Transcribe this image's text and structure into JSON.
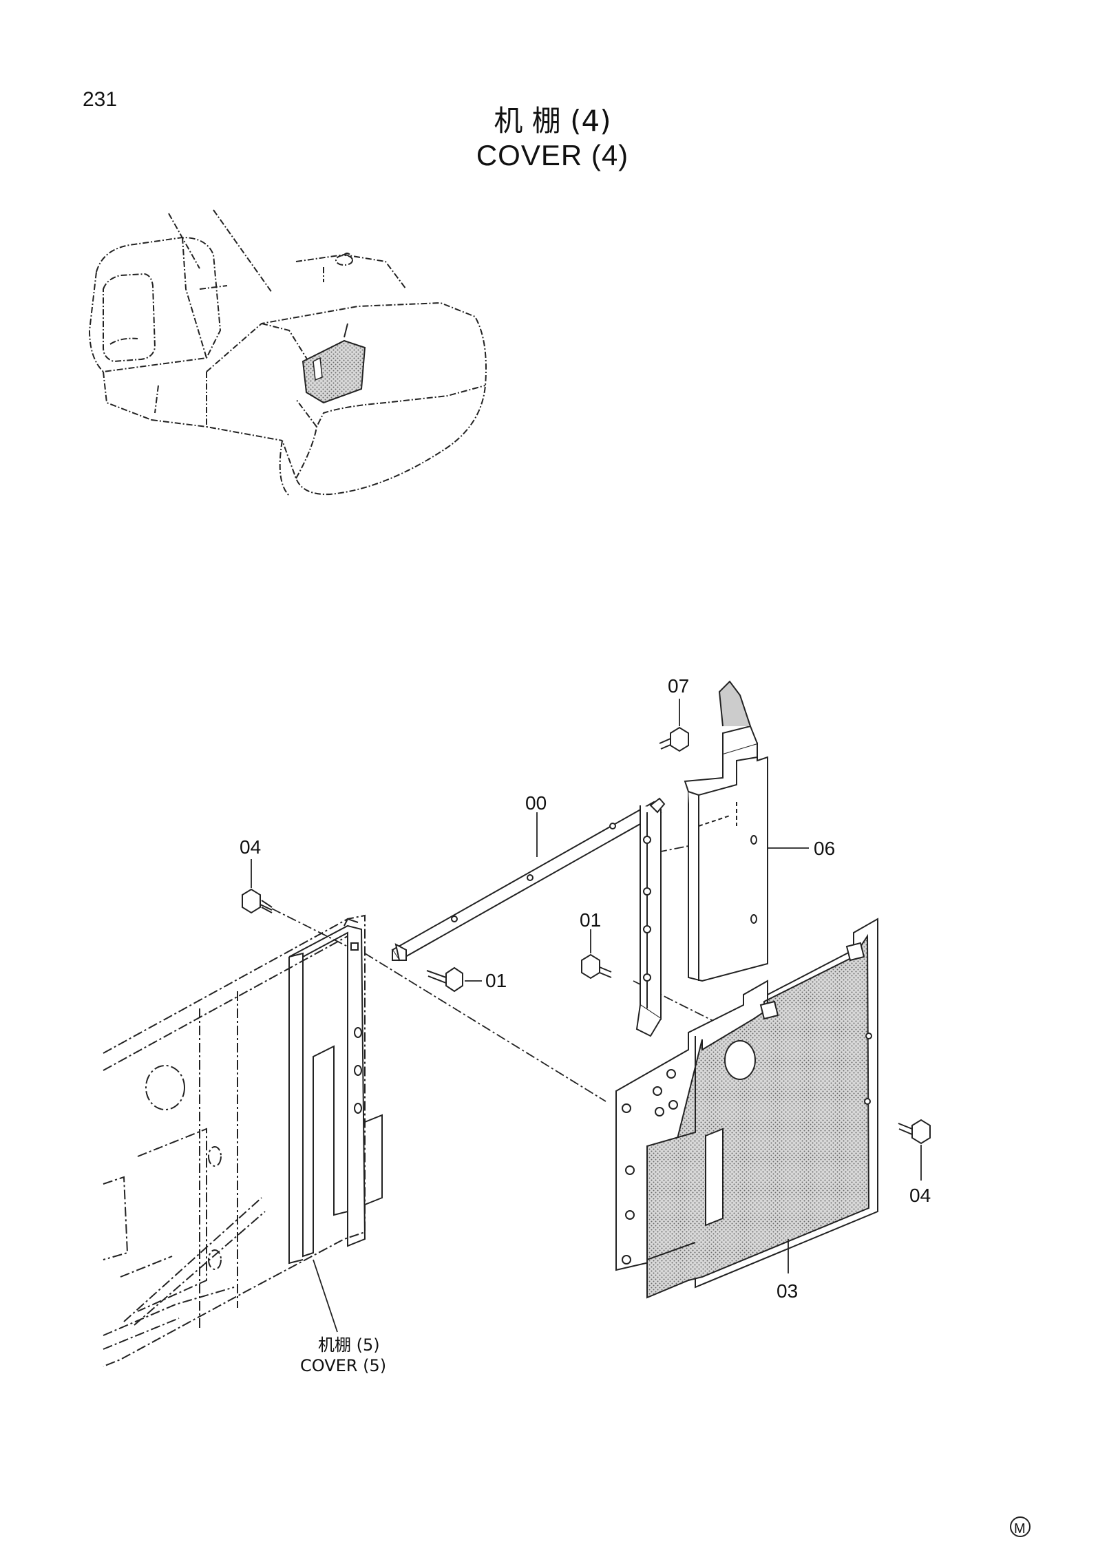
{
  "page": {
    "page_number": "231",
    "title_cn": "机  棚 (4)",
    "title_en": "COVER (4)"
  },
  "callouts": {
    "part_00": "00",
    "part_01_left": "01",
    "part_01_center": "01",
    "part_03": "03",
    "part_04_left": "04",
    "part_04_right": "04",
    "part_06": "06",
    "part_07": "07"
  },
  "reference_label": {
    "cn": "机棚 (5)",
    "en": "COVER (5)"
  },
  "footer": {
    "mark": "M"
  }
}
